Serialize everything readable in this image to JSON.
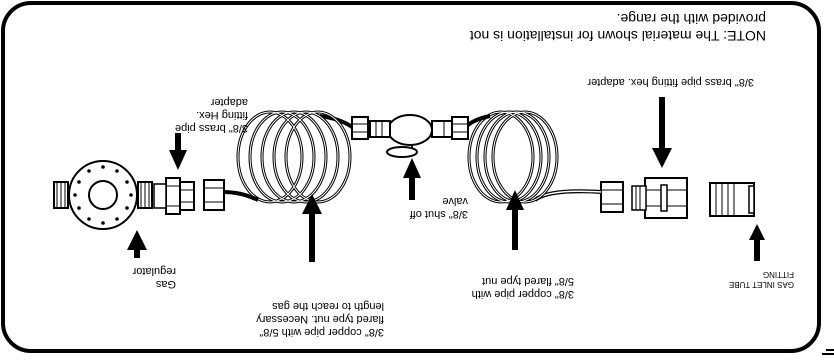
{
  "note": "NOTE: The material shown for installation is not provided with the range.",
  "labels": {
    "gas_inlet": "GAS INLET TUBE FITTING",
    "brass_adapter_right": "3/8\" brass pipe fitting hex. adapter",
    "copper_pipe_right": "3/8\" copper pipe with 5/8\" flared type nut",
    "shutoff_valve": "3/8\" shut off valve",
    "copper_pipe_left": "3/8\" copper pipe with 5/8\" flared type nut. Necessary length to reach the gas",
    "brass_adapter_left": "3/8\" brass pipe fitting Hex. adapter",
    "gas_regulator": "Gas regulator"
  }
}
